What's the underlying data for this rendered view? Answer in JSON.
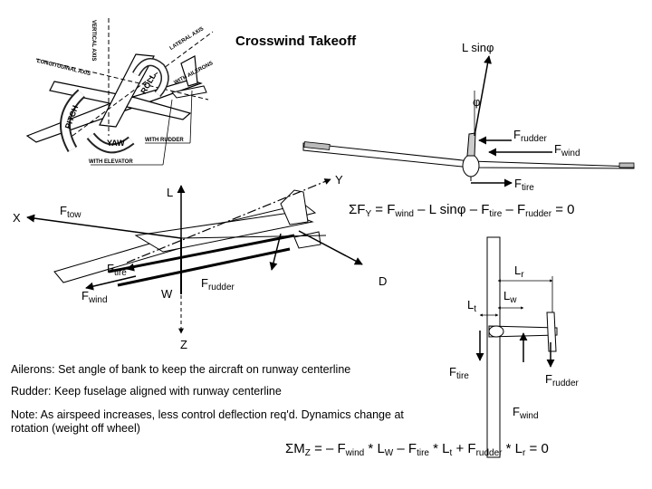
{
  "title": "Crosswind Takeoff",
  "axes_diagram": {
    "vertical_axis": "VERTICAL AXIS",
    "lateral_axis": "LATERAL AXIS",
    "longitudinal_axis": "LONGITUDINAL AXIS",
    "roll": "ROLL",
    "pitch": "PITCH",
    "yaw": "YAW",
    "with_ailerons": "WITH AILERONS",
    "with_rudder": "WITH RUDDER",
    "with_elevator": "WITH ELEVATOR"
  },
  "front_view": {
    "lift_sin": "L sin",
    "phi": "φ",
    "angle_phi": "φ",
    "f_rudder": "F",
    "f_rudder_sub": "rudder",
    "f_wind": "F",
    "f_wind_sub": "wind",
    "f_tire": "F",
    "f_tire_sub": "tire"
  },
  "perspective_view": {
    "y_axis": "Y",
    "x_axis": "X",
    "z_axis": "Z",
    "lift": "L",
    "f_tow": "F",
    "f_tow_sub": "tow",
    "f_tire": "F",
    "f_tire_sub": "tire",
    "f_wind": "F",
    "f_wind_sub": "wind",
    "weight": "W",
    "f_rudder": "F",
    "f_rudder_sub": "rudder",
    "drag": "D"
  },
  "force_equation": {
    "sigma": "Σ",
    "f": "F",
    "y_sub": "Y",
    "eq1": "= F",
    "wind_sub": "wind",
    "minus_l": "– L sin",
    "phi": "φ",
    "minus_ftire": "– F",
    "tire_sub": "tire",
    "minus_frudder": "– F",
    "rudder_sub": "rudder",
    "equals_zero": "= 0"
  },
  "top_view": {
    "l_r": "L",
    "l_r_sub": "r",
    "l_t": "L",
    "l_t_sub": "t",
    "l_w": "L",
    "l_w_sub": "w",
    "f_tire": "F",
    "f_tire_sub": "tire",
    "f_rudder": "F",
    "f_rudder_sub": "rudder",
    "f_wind": "F",
    "f_wind_sub": "wind"
  },
  "notes": {
    "ailerons": "Ailerons: Set angle of bank to keep the aircraft on runway centerline",
    "rudder": "Rudder: Keep fuselage aligned with runway centerline",
    "note": "Note: As airspeed increases, less control deflection req'd. Dynamics change at rotation (weight off wheel)"
  },
  "moment_equation": {
    "sigma": "Σ",
    "m": "M",
    "z_sub": "Z",
    "eq": "= – F",
    "wind_sub": "wind",
    "star1": " * ",
    "l": "L",
    "w_sub": "W",
    "minus_f": " – F",
    "tire_sub": "tire",
    "star2": " * ",
    "l2": "L",
    "t_sub": "t",
    "plus_f": " + F",
    "rudder_sub": "rudder",
    "star3": " * ",
    "l3": "L",
    "r_sub": "r",
    "equals_zero": "= 0"
  },
  "colors": {
    "ink": "#000000",
    "paper": "#ffffff",
    "grey": "#7f7f7f"
  }
}
